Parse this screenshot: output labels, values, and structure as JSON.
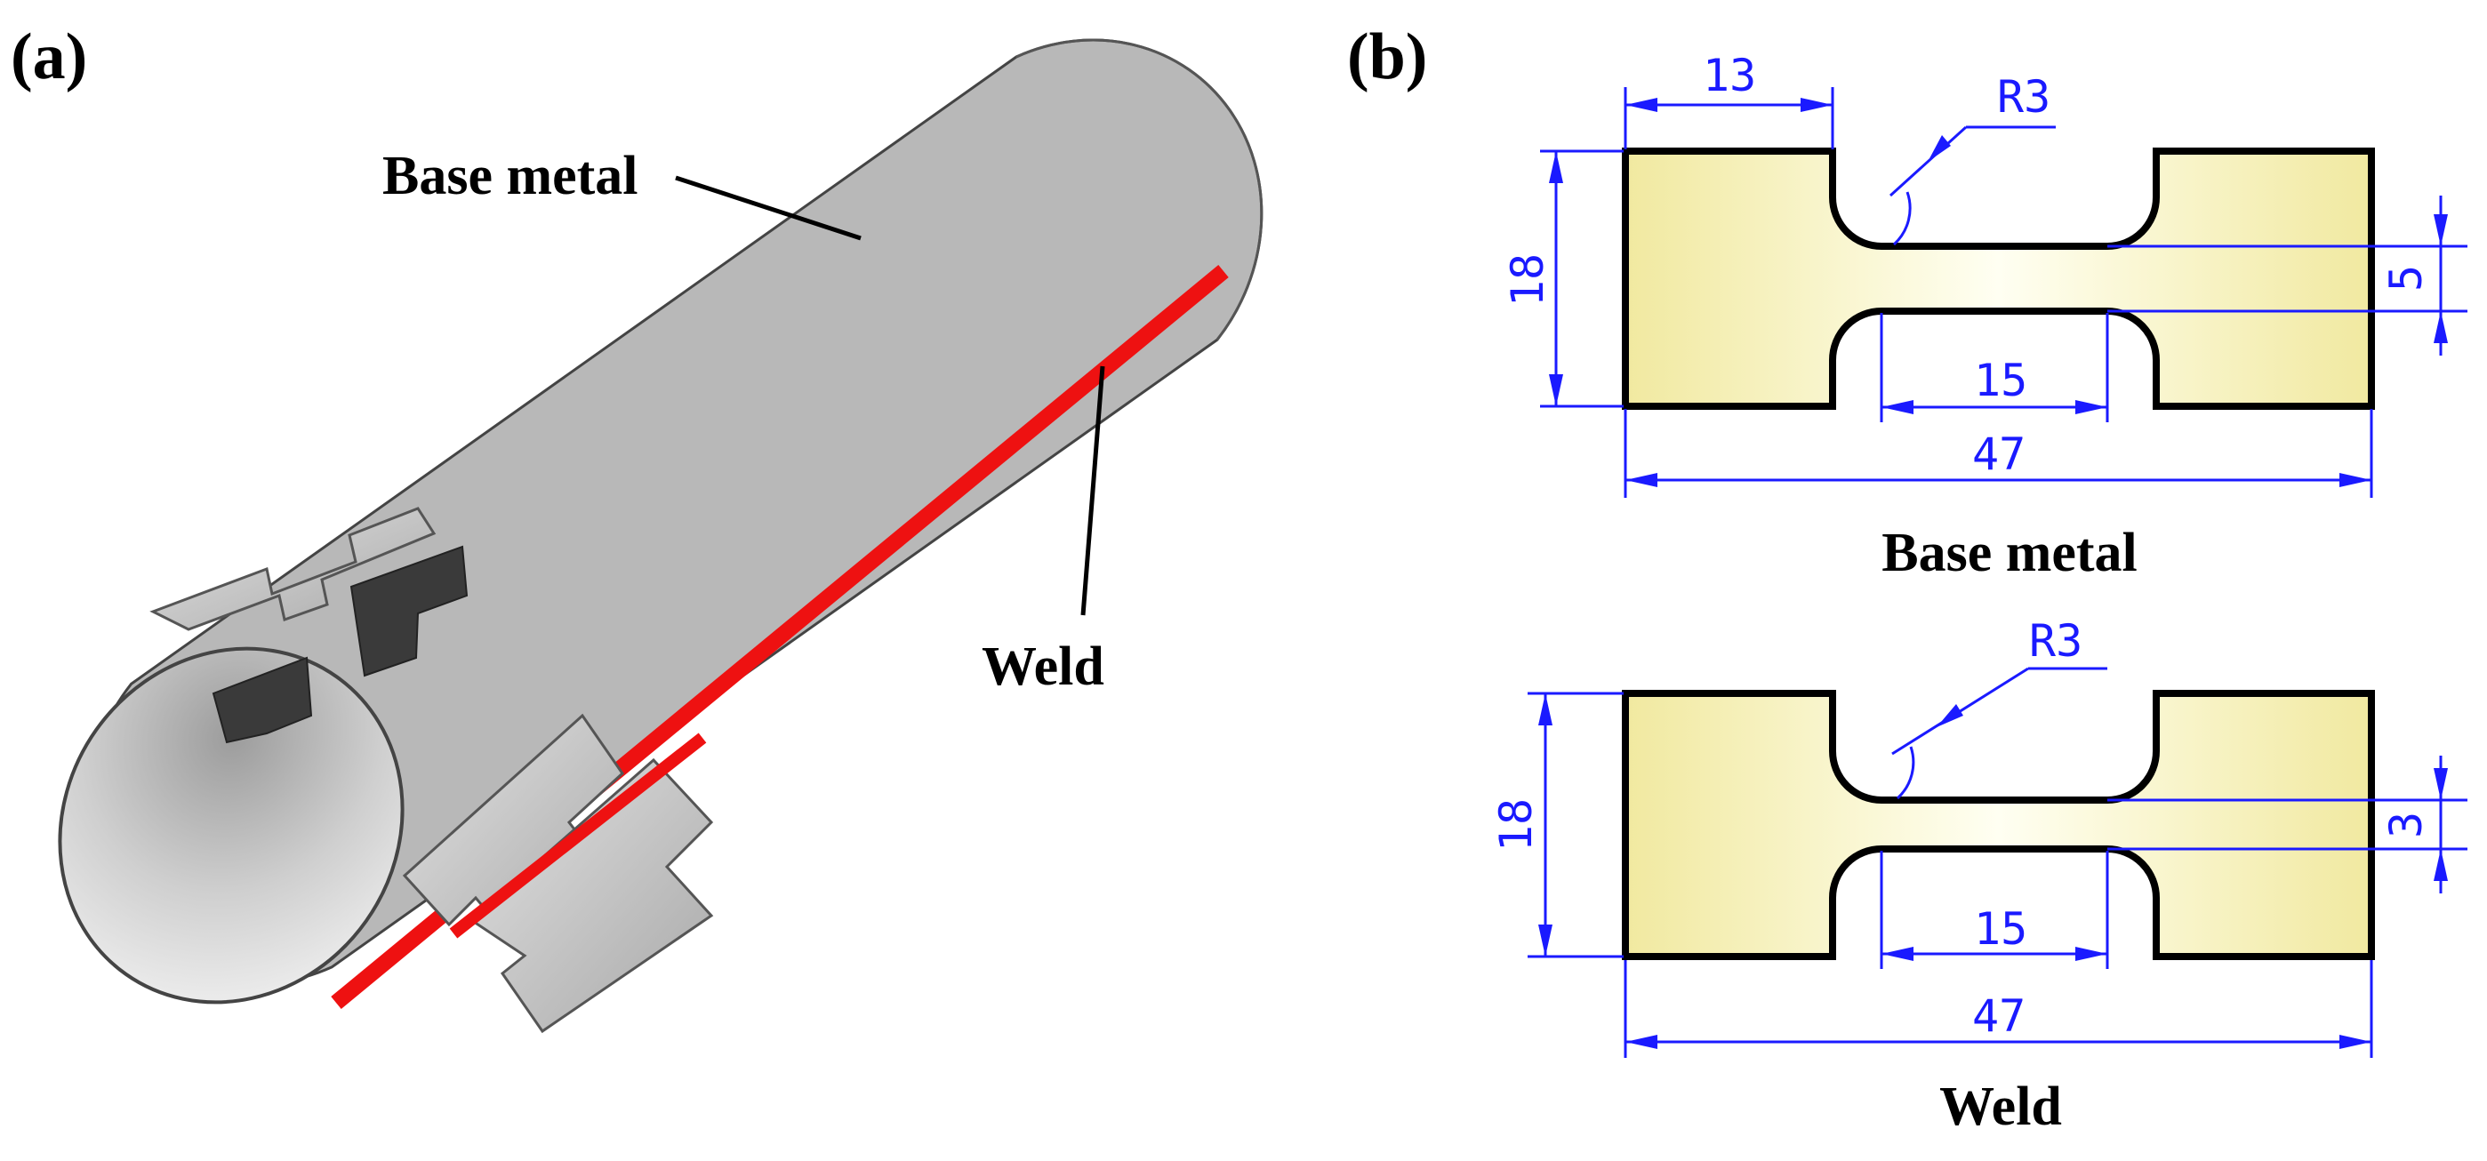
{
  "panel_a": {
    "label": "(a)",
    "callouts": {
      "base_metal": "Base metal",
      "weld": "Weld"
    }
  },
  "panel_b": {
    "label": "(b)",
    "specimens": [
      {
        "caption": "Base metal",
        "dims": {
          "grip_length": "13",
          "radius": "R3",
          "height": "18",
          "gauge_width": "5",
          "gauge_length": "15",
          "total_length": "47"
        }
      },
      {
        "caption": "Weld",
        "dims": {
          "radius": "R3",
          "height": "18",
          "gauge_width": "3",
          "gauge_length": "15",
          "total_length": "47"
        }
      }
    ]
  },
  "colors": {
    "weld_line": "#ee1111",
    "dimension": "#1a1aff",
    "specimen_fill_light": "#fffff0",
    "specimen_fill_dark": "#f1e9a0"
  }
}
